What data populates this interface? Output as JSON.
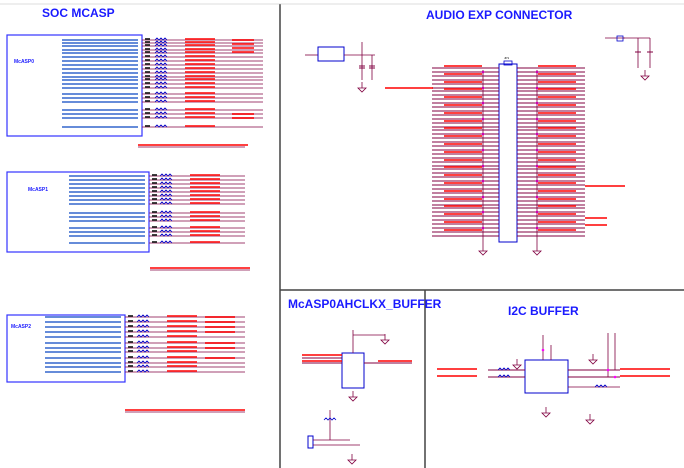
{
  "sections": {
    "soc_mcasp": {
      "title": "SOC MCASP",
      "blocks": [
        "McASP0",
        "McASP1",
        "McASP2"
      ]
    },
    "audio_exp": {
      "title": "AUDIO EXP CONNECTOR",
      "connector": "JP1"
    },
    "hclkx_buffer": {
      "title": "McASP0AHCLKX_BUFFER"
    },
    "i2c_buffer": {
      "title": "I2C BUFFER"
    }
  },
  "colors": {
    "title": "#1a1aff",
    "net": "#ff0000",
    "wire": "#800040",
    "part": "#0000cc",
    "junction": "#ff00ff"
  }
}
